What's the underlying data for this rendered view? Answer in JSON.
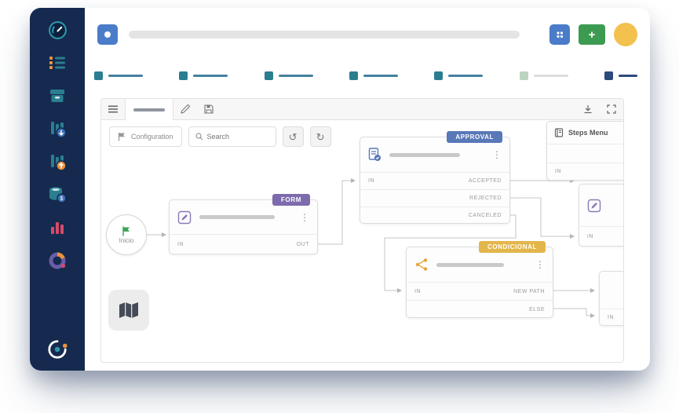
{
  "topbar": {
    "add_label": "+"
  },
  "designer": {
    "toolbar": {
      "configuration": "Configuration",
      "search_placeholder": "Search"
    },
    "steps_menu": {
      "title": "Steps Menu",
      "in": "IN"
    },
    "nodes": {
      "start": {
        "label": "Inicio"
      },
      "form": {
        "badge": "FORM",
        "in": "IN",
        "out": "OUT"
      },
      "approval": {
        "badge": "APPROVAL",
        "in": "IN",
        "outputs": [
          "ACCEPTED",
          "REJECTED",
          "CANCELED"
        ]
      },
      "conditional": {
        "badge": "CONDICIONAL",
        "in": "IN",
        "outputs": [
          "NEW PATH",
          "ELSE"
        ]
      },
      "task_right": {
        "in": "IN"
      },
      "task_bottom_right": {
        "in": "IN"
      }
    }
  },
  "colors": {
    "sidebar_bg": "#152a4e",
    "topbar_icon_blue": "#4a7cc9",
    "add_button_green": "#3d9b51",
    "avatar_yellow": "#f2c14e",
    "step_teal": "#2a7e90",
    "step_green": "#bcd4c0",
    "step_navy": "#2c4a7c",
    "badge_form": "#7e6bad",
    "badge_approval": "#5878b8",
    "badge_conditional": "#e3b64b",
    "start_flag_green": "#3da357",
    "chart_pink": "#d64a6a",
    "icon_orange": "#e8923f"
  }
}
